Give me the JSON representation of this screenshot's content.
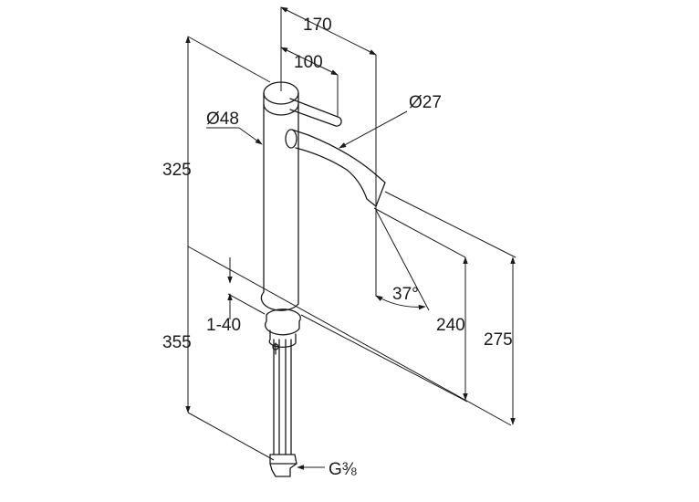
{
  "dimensions": {
    "spout_reach": "170",
    "lever_reach": "100",
    "spout_diameter": "Ø27",
    "body_diameter": "Ø48",
    "total_height": "325",
    "hose_length": "355",
    "deck_thickness": "1-40",
    "spout_angle": "37°",
    "outlet_height": "240",
    "spout_top_height": "275",
    "connection_thread": "G⅜"
  },
  "colors": {
    "line": "#1a1a1a",
    "background": "#ffffff"
  }
}
